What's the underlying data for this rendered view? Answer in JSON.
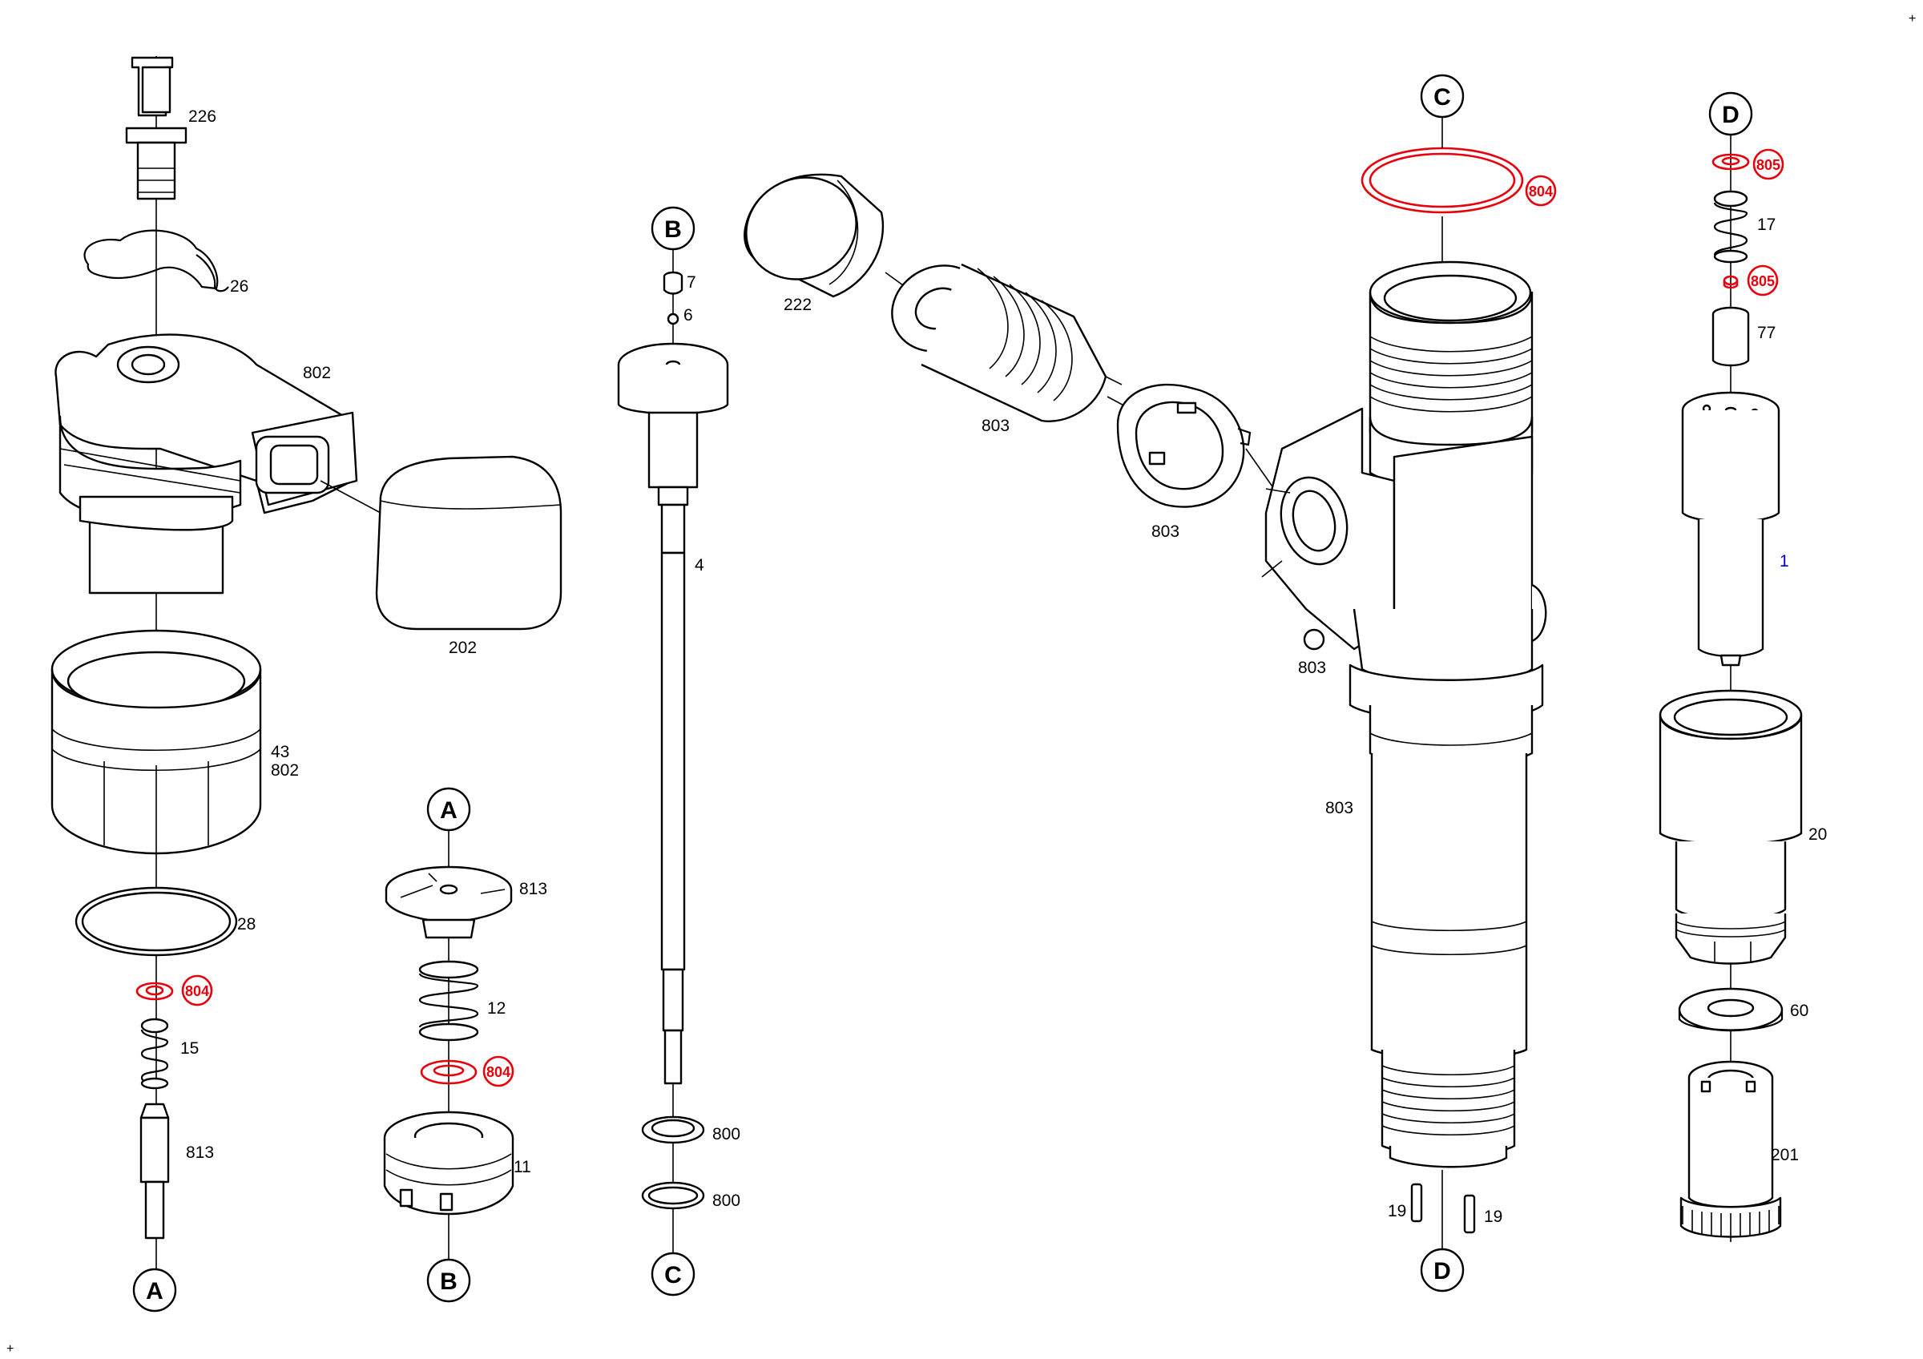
{
  "connectors": {
    "A": "A",
    "B": "B",
    "C": "C",
    "D": "D"
  },
  "labels": {
    "p226": "226",
    "p26": "26",
    "p802a": "802",
    "p202": "202",
    "p43": "43",
    "p802b": "802",
    "p28": "28",
    "p804a": "804",
    "p15": "15",
    "p813a": "813",
    "p813b": "813",
    "p12": "12",
    "p804b": "804",
    "p11": "11",
    "p7": "7",
    "p6": "6",
    "p4": "4",
    "p800a": "800",
    "p800b": "800",
    "p222": "222",
    "p803a": "803",
    "p803b": "803",
    "p803c": "803",
    "p803d": "803",
    "p804c": "804",
    "p19a": "19",
    "p19b": "19",
    "p805a": "805",
    "p805b": "805",
    "p17": "17",
    "p77": "77",
    "p1": "1",
    "p20": "20",
    "p60": "60",
    "p201": "201"
  },
  "marks": {
    "top_right": "+",
    "bottom_left": "+"
  }
}
